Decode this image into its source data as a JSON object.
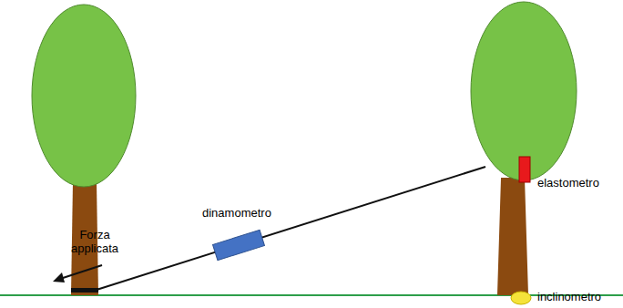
{
  "diagram": {
    "labels": [
      "Forza applicata",
      "dinamometro",
      "elastometro",
      "inclinometro"
    ]
  }
}
